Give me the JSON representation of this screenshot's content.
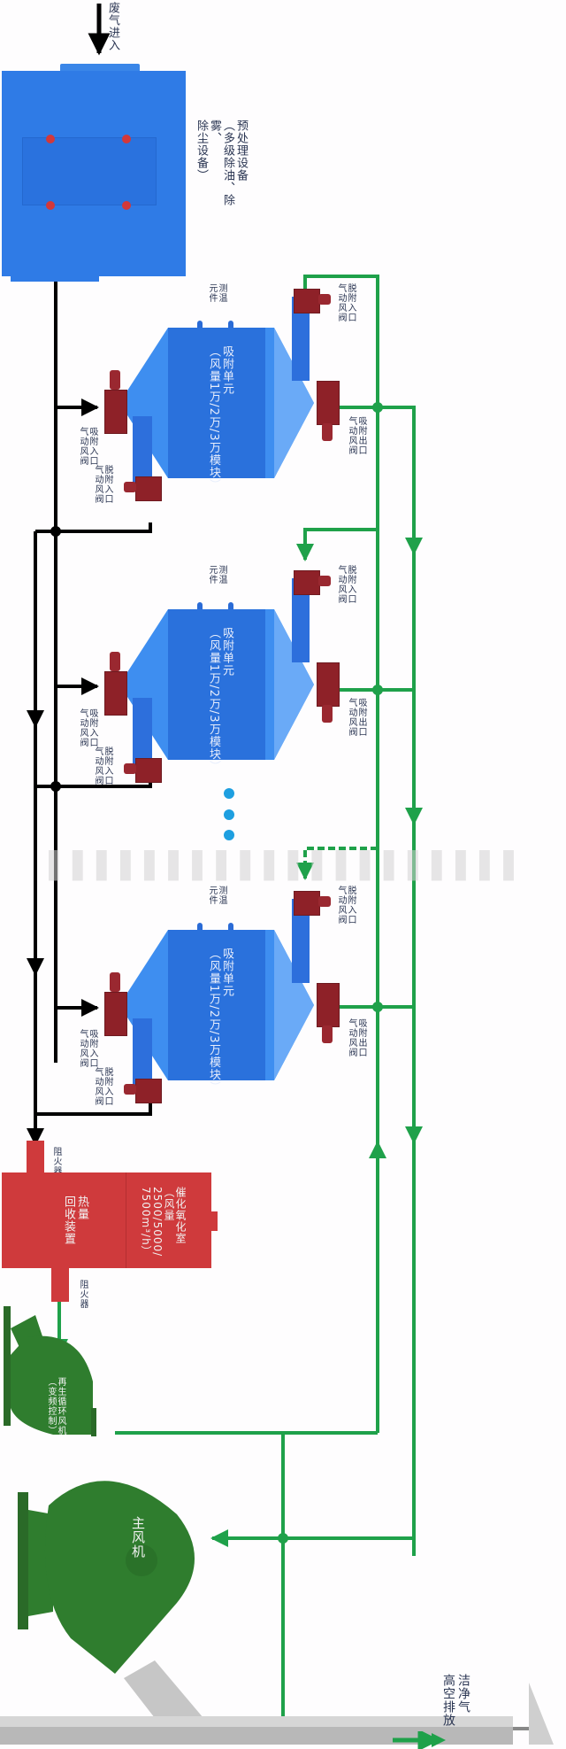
{
  "title": "废气处理工艺流程图（吸附浓缩+催化燃烧）",
  "labels": {
    "inlet": "废气进入",
    "pretreatment": [
      "预处理设备",
      "（多级除油、除雾、",
      "除尘设备）"
    ],
    "adsorption_unit": [
      "吸附单元",
      "（风量1万/2万/3万模块）"
    ],
    "temp_sensor": [
      "测",
      "温",
      "元",
      "件"
    ],
    "adsorb_inlet_valve": [
      "吸附入口",
      "气动风阀"
    ],
    "desorb_inlet_valve_top": [
      "脱附入口",
      "气动风阀"
    ],
    "desorb_inlet_valve_bottom": [
      "脱附入口",
      "气动风阀"
    ],
    "adsorb_outlet_valve": [
      "吸附出口",
      "气动风阀"
    ],
    "flame_arrester_top": "阻火器",
    "flame_arrester_bottom": "阻火器",
    "heat_recovery": [
      "热量",
      "回收装置"
    ],
    "catalytic_chamber": [
      "催化氧化室",
      "（风量",
      "2500/5000/",
      "7500m³/h）"
    ],
    "regen_fan": [
      "再生循环风机",
      "（变频控制）"
    ],
    "main_fan": "主风机",
    "exhaust": [
      "洁净气",
      "高空排放"
    ]
  },
  "adsorption_units": [
    {
      "id": 1,
      "label_ref": "adsorption_unit"
    },
    {
      "id": 2,
      "label_ref": "adsorption_unit"
    },
    {
      "id": 3,
      "label_ref": "adsorption_unit"
    }
  ],
  "ellipsis_dots": 3,
  "colors": {
    "waste_gas_line": "#000000",
    "clean_gas_line": "#1fa14a",
    "equipment_blue": "#2f7be6",
    "valve_red": "#8e2128",
    "catalytic_red": "#cf3a3c",
    "fan_green": "#2f7d2e",
    "stack_gray": "#b8b8b8"
  }
}
